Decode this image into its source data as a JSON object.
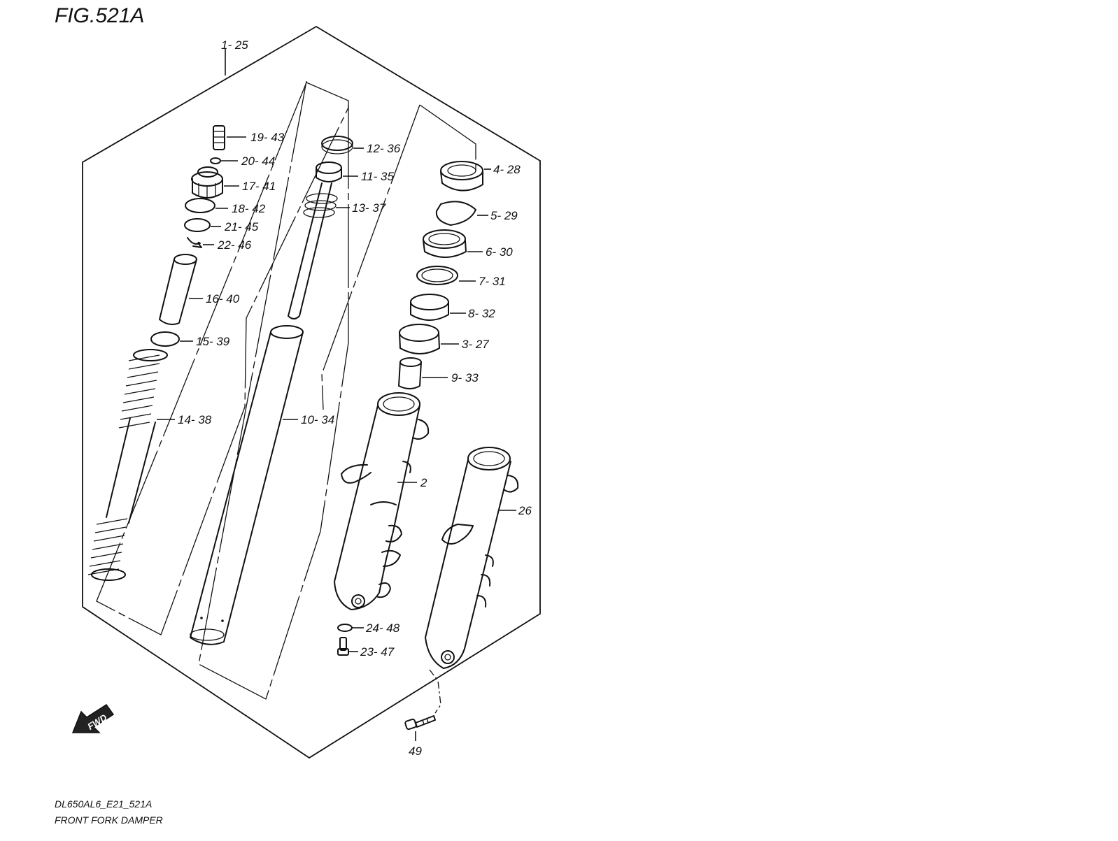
{
  "figure_title": "FIG.521A",
  "assembly_label": "1- 25",
  "fwd_label": "FWD",
  "footer": {
    "model_code": "DL650AL6_E21_521A",
    "caption": "FRONT FORK DAMPER"
  },
  "parts": [
    {
      "id": "19",
      "label": "19- 43"
    },
    {
      "id": "20",
      "label": "20- 44"
    },
    {
      "id": "17",
      "label": "17- 41"
    },
    {
      "id": "18",
      "label": "18- 42"
    },
    {
      "id": "21",
      "label": "21- 45"
    },
    {
      "id": "22",
      "label": "22- 46"
    },
    {
      "id": "16",
      "label": "16- 40"
    },
    {
      "id": "15",
      "label": "15- 39"
    },
    {
      "id": "14",
      "label": "14- 38"
    },
    {
      "id": "12",
      "label": "12- 36"
    },
    {
      "id": "11",
      "label": "11- 35"
    },
    {
      "id": "13",
      "label": "13- 37"
    },
    {
      "id": "10",
      "label": "10- 34"
    },
    {
      "id": "4",
      "label": "4- 28"
    },
    {
      "id": "5",
      "label": "5- 29"
    },
    {
      "id": "6",
      "label": "6- 30"
    },
    {
      "id": "7",
      "label": "7- 31"
    },
    {
      "id": "8",
      "label": "8- 32"
    },
    {
      "id": "3",
      "label": "3- 27"
    },
    {
      "id": "9",
      "label": "9- 33"
    },
    {
      "id": "2",
      "label": "2"
    },
    {
      "id": "26",
      "label": "26"
    },
    {
      "id": "24",
      "label": "24- 48"
    },
    {
      "id": "23",
      "label": "23- 47"
    },
    {
      "id": "49",
      "label": "49"
    }
  ]
}
